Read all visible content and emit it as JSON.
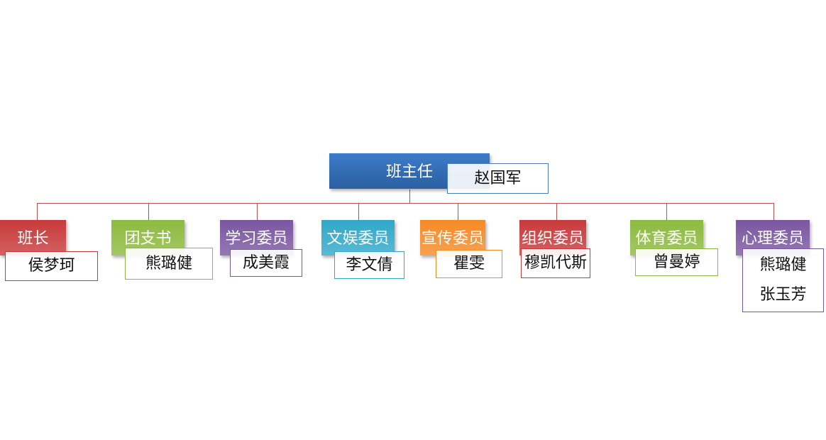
{
  "root": {
    "title": "班主任",
    "names": [
      "赵国军"
    ],
    "color": "#3a78c6"
  },
  "children": [
    {
      "title": "班长",
      "names": [
        "侯梦珂"
      ],
      "color": "#c83a3a"
    },
    {
      "title": "团支书",
      "names": [
        "熊璐健"
      ],
      "color": "#8cba3e"
    },
    {
      "title": "学习委员",
      "names": [
        "成美霞"
      ],
      "color": "#7a56a0"
    },
    {
      "title": "文娱委员",
      "names": [
        "李文倩"
      ],
      "color": "#30a8c8"
    },
    {
      "title": "宣传委员",
      "names": [
        "瞿雯"
      ],
      "color": "#f58a25"
    },
    {
      "title": "组织委员",
      "names": [
        "穆凯代斯"
      ],
      "color": "#c83a3a"
    },
    {
      "title": "体育委员",
      "names": [
        "曾曼婷"
      ],
      "color": "#8cba3e"
    },
    {
      "title": "心理委员",
      "names": [
        "熊璐健",
        "张玉芳"
      ],
      "color": "#7a56a0"
    }
  ]
}
